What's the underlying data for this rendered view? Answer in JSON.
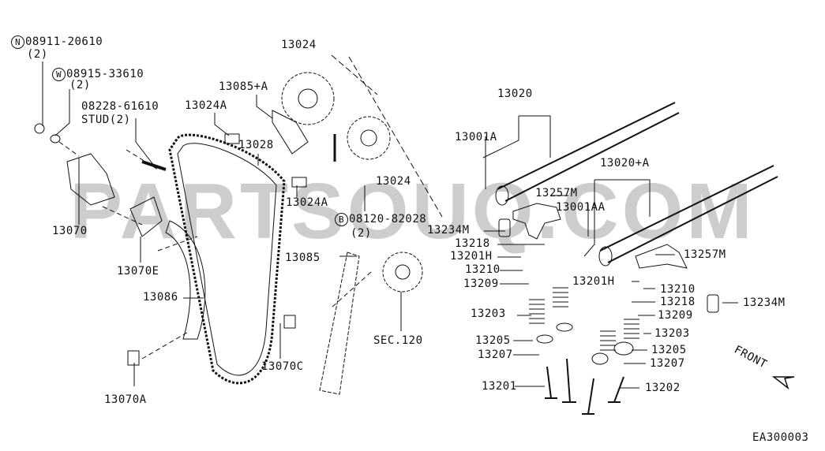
{
  "watermark": "PARTSOUQ.COM",
  "diagram_code": "EA300003",
  "front_label": "FRONT",
  "callouts": {
    "n_nut": {
      "mark": "N",
      "part": "08911-20610",
      "qty": "(2)"
    },
    "w_washer": {
      "mark": "W",
      "part": "08915-33610",
      "qty": "(2)"
    },
    "stud": {
      "part": "08228-61610",
      "desc": "STUD(2)"
    },
    "b_bolt": {
      "mark": "B",
      "part": "08120-82028",
      "qty": "(2)"
    },
    "p13024A_1": "13024A",
    "p13085A": "13085+A",
    "p13024_1": "13024",
    "p13028": "13028",
    "p13024_2": "13024",
    "p13024A_2": "13024A",
    "p13070": "13070",
    "p13070E": "13070E",
    "p13086": "13086",
    "p13085": "13085",
    "p13070C": "13070C",
    "p13070A": "13070A",
    "sec120": "SEC.120",
    "p13020": "13020",
    "p13001A": "13001A",
    "p13020A": "13020+A",
    "p13257M_1": "13257M",
    "p13001AA": "13001AA",
    "p13234M_1": "13234M",
    "p13218_1": "13218",
    "p13201H_1": "13201H",
    "p13210_1": "13210",
    "p13209_1": "13209",
    "p13203_1": "13203",
    "p13205_1": "13205",
    "p13207_1": "13207",
    "p13201": "13201",
    "p13257M_2": "13257M",
    "p13201H_2": "13201H",
    "p13210_2": "13210",
    "p13218_2": "13218",
    "p13209_2": "13209",
    "p13234M_2": "13234M",
    "p13203_2": "13203",
    "p13205_2": "13205",
    "p13207_2": "13207",
    "p13202": "13202"
  }
}
